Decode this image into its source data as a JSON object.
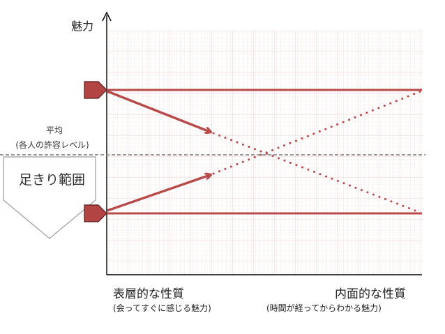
{
  "diagram": {
    "y_axis_label": "魅力",
    "average_label": "平均",
    "average_sub_label": "(各人の許容レベル)",
    "threshold_label": "足きり範囲",
    "x_left_label": "表層的な性質",
    "x_left_sub_label": "(会ってすぐに感じる魅力)",
    "x_right_label": "内面的な性質",
    "x_right_sub_label": "(時間が経ってからわかる魅力)"
  },
  "colors": {
    "line": "#b84a4a",
    "marker": "#b24444",
    "marker_edge": "#5a1d1d",
    "grid": "#f2d6d6",
    "average_line": "#8a8a8a",
    "axis": "#000000"
  }
}
